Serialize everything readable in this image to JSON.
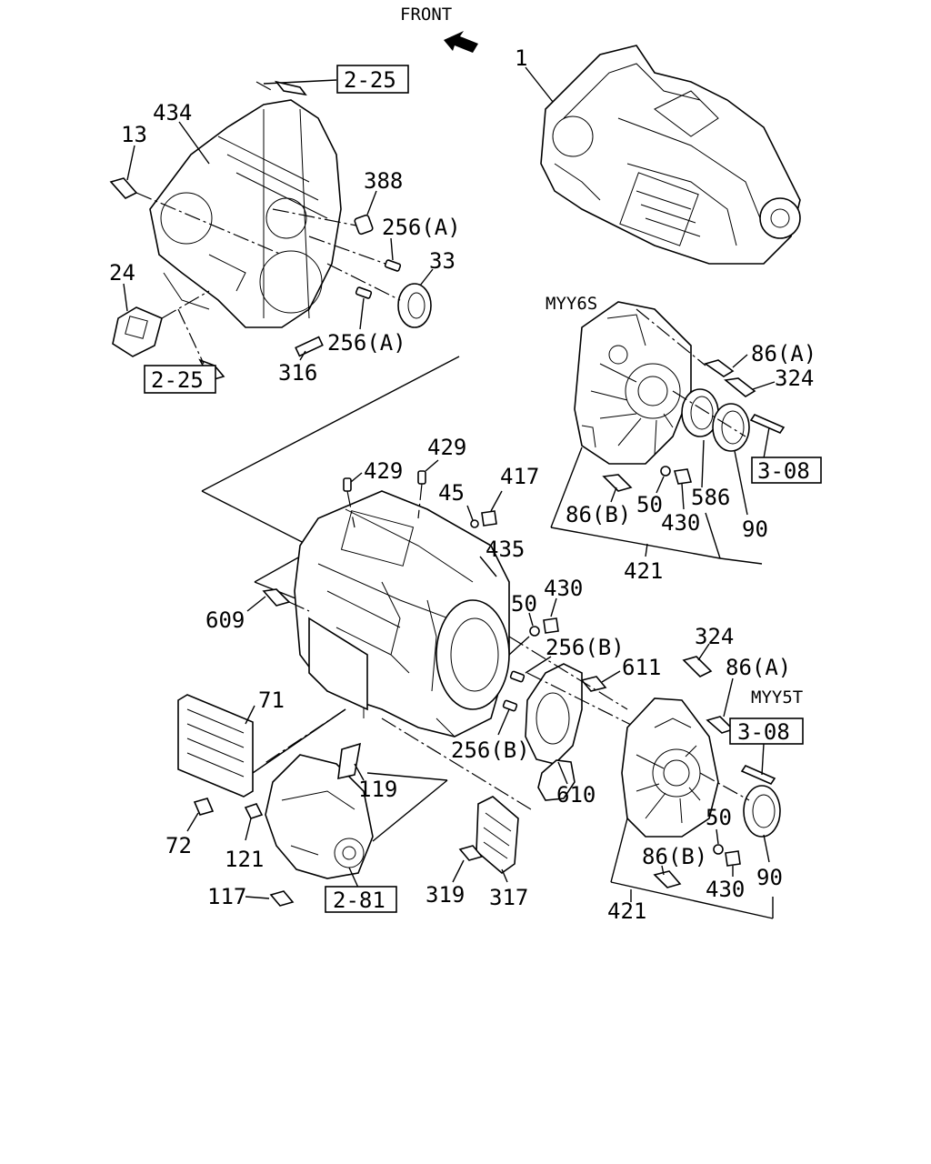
{
  "front_label": "FRONT",
  "model_labels": {
    "myy6s": "MYY6S",
    "myy5t": "MYY5T"
  },
  "ref_boxes": {
    "r225_top": "2-25",
    "r225_bottom": "2-25",
    "r308_top": "3-08",
    "r308_bottom": "3-08",
    "r281": "2-81"
  },
  "callouts": {
    "c1": "1",
    "c434": "434",
    "c13": "13",
    "c388": "388",
    "c256a_1": "256(A)",
    "c33": "33",
    "c24": "24",
    "c256a_2": "256(A)",
    "c316": "316",
    "c86a_1": "86(A)",
    "c324_1": "324",
    "c429_1": "429",
    "c429_2": "429",
    "c45": "45",
    "c417": "417",
    "c86b_1": "86(B)",
    "c50_1": "50",
    "c586": "586",
    "c430_1": "430",
    "c90_1": "90",
    "c421_1": "421",
    "c435": "435",
    "c609": "609",
    "c50_2": "50",
    "c430_2": "430",
    "c256b_1": "256(B)",
    "c611": "611",
    "c324_2": "324",
    "c86a_2": "86(A)",
    "c71": "71",
    "c256b_2": "256(B)",
    "c119": "119",
    "c610": "610",
    "c72": "72",
    "c121": "121",
    "c50_3": "50",
    "c86b_2": "86(B)",
    "c90_2": "90",
    "c117": "117",
    "c319": "319",
    "c317": "317",
    "c430_3": "430",
    "c421_2": "421"
  }
}
